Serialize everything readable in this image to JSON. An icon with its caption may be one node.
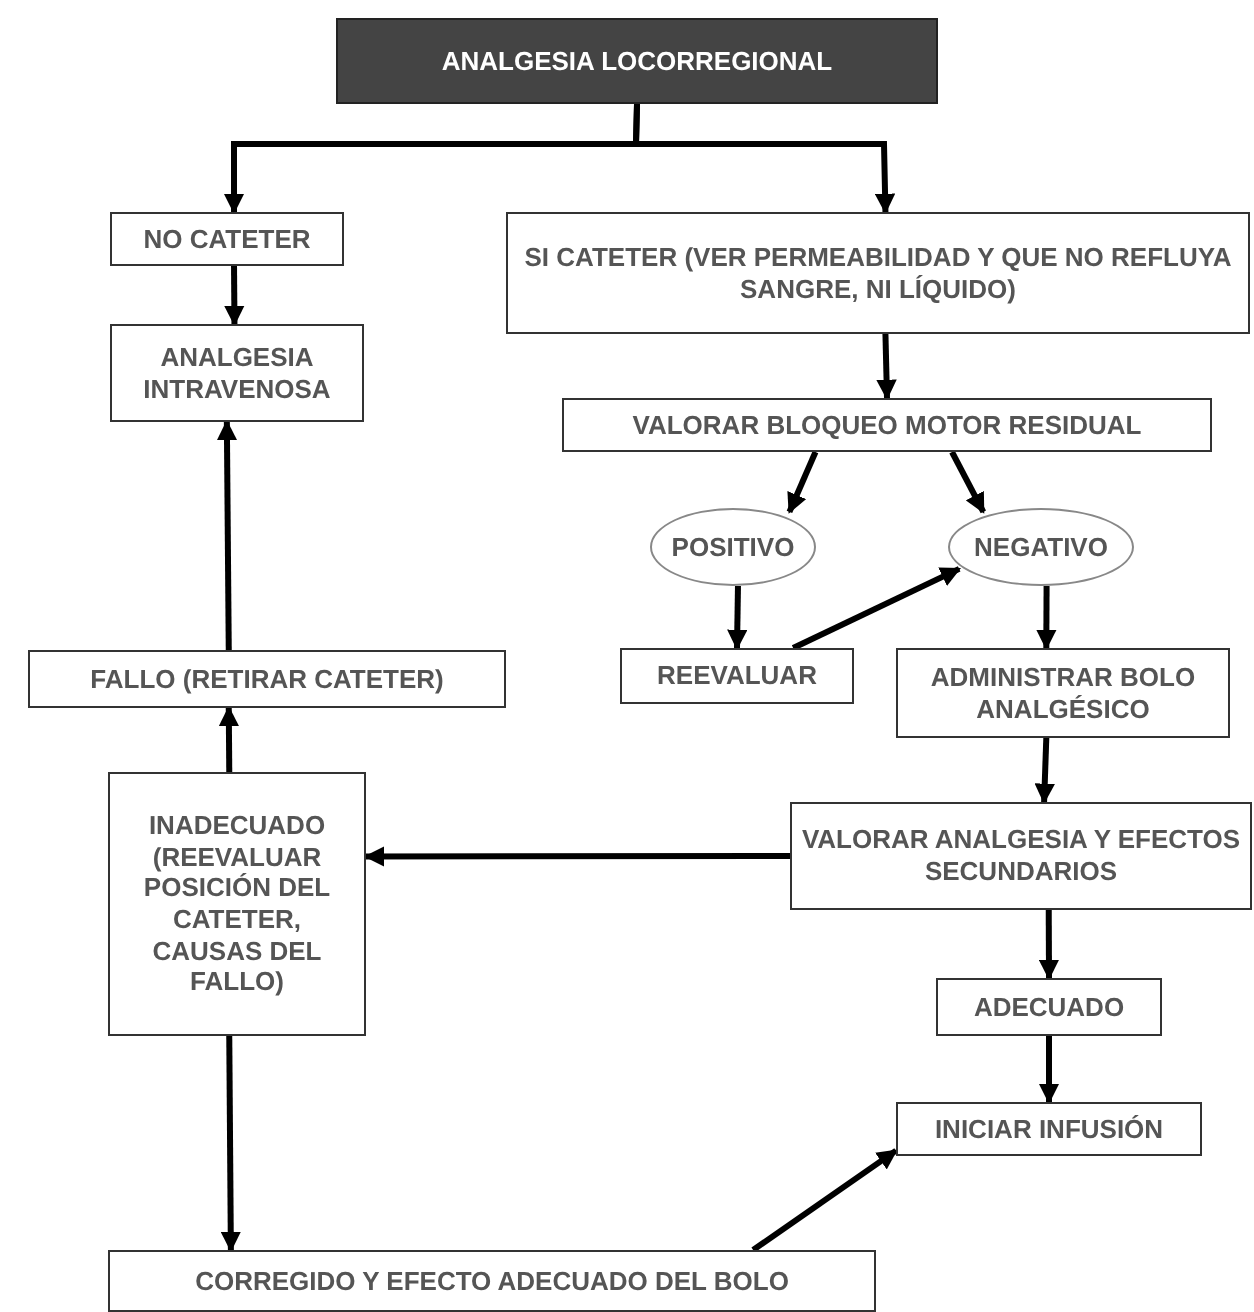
{
  "diagram": {
    "nodes": [
      {
        "text": [
          "ANALGESIA LOCORREGIONAL"
        ]
      },
      {
        "text": [
          "NO CATETER"
        ]
      },
      {
        "text": [
          "SI CATETER (VER PERMEABILIDAD Y QUE NO REFLUYA SANGRE, NI LÍQUIDO)"
        ]
      },
      {
        "text": [
          "ANALGESIA INTRAVENOSA"
        ]
      },
      {
        "text": [
          "VALORAR BLOQUEO MOTOR RESIDUAL"
        ]
      },
      {
        "text": [
          "POSITIVO"
        ]
      },
      {
        "text": [
          "NEGATIVO"
        ]
      },
      {
        "text": [
          "FALLO (RETIRAR CATETER)"
        ]
      },
      {
        "text": [
          "REEVALUAR"
        ]
      },
      {
        "text": [
          "ADMINISTRAR BOLO ANALGÉSICO"
        ]
      },
      {
        "text": [
          "INADECUADO (REEVALUAR POSICIÓN DEL CATETER, CAUSAS DEL FALLO)"
        ]
      },
      {
        "text": [
          "VALORAR ANALGESIA Y EFECTOS SECUNDARIOS"
        ]
      },
      {
        "text": [
          "ADECUADO"
        ]
      },
      {
        "text": [
          "INICIAR INFUSIÓN"
        ]
      },
      {
        "text": [
          "CORREGIDO Y EFECTO ADECUADO DEL BOLO"
        ]
      }
    ],
    "edges": [
      {
        "from": 0,
        "to": 1,
        "arrow": "to"
      },
      {
        "from": 0,
        "to": 2,
        "arrow": "to"
      },
      {
        "from": 1,
        "to": 3,
        "arrow": "to"
      },
      {
        "from": 2,
        "to": 4,
        "arrow": "to"
      },
      {
        "from": 4,
        "to": 5,
        "arrow": "to"
      },
      {
        "from": 4,
        "to": 6,
        "arrow": "to"
      },
      {
        "from": 5,
        "to": 8,
        "arrow": "to"
      },
      {
        "from": 8,
        "to": 6,
        "arrow": "to"
      },
      {
        "from": 6,
        "to": 9,
        "arrow": "to"
      },
      {
        "from": 9,
        "to": 11,
        "arrow": "to"
      },
      {
        "from": 11,
        "to": 10,
        "arrow": "to"
      },
      {
        "from": 10,
        "to": 7,
        "arrow": "to"
      },
      {
        "from": 7,
        "to": 3,
        "arrow": "to"
      },
      {
        "from": 10,
        "to": 14,
        "arrow": "to"
      },
      {
        "from": 11,
        "to": 12,
        "arrow": "to"
      },
      {
        "from": 12,
        "to": 13,
        "arrow": "to"
      },
      {
        "from": 14,
        "to": 13,
        "arrow": "to"
      }
    ]
  }
}
